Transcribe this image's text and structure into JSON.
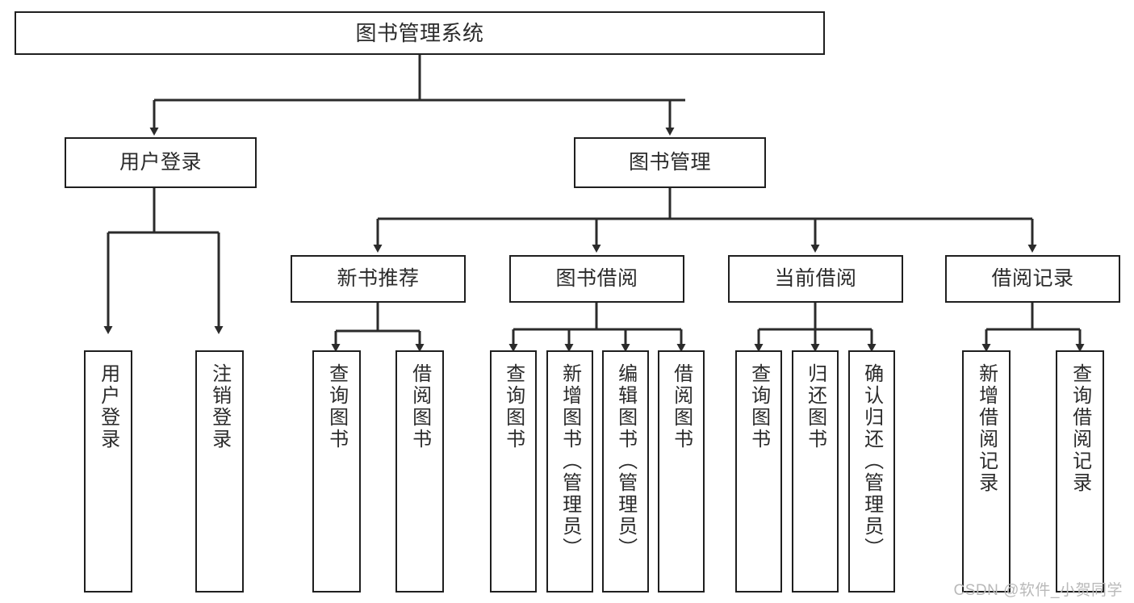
{
  "diagram": {
    "title": "图书管理系统",
    "type": "tree-hierarchy-diagram",
    "stroke_color": "#1f1f1f",
    "fill_color": "#ffffff",
    "text_color": "#2b2b2b",
    "watermark": "CSDN @软件_小贺同学",
    "nodes": {
      "root": {
        "label": "图书管理系统"
      },
      "level2": [
        {
          "label": "用户登录"
        },
        {
          "label": "图书管理"
        }
      ],
      "level3": [
        {
          "label": "新书推荐"
        },
        {
          "label": "图书借阅"
        },
        {
          "label": "当前借阅"
        },
        {
          "label": "借阅记录"
        }
      ],
      "leaves": {
        "user_login": [
          {
            "label": "用户登录"
          },
          {
            "label": "注销登录"
          }
        ],
        "new_book_recommend": [
          {
            "label": "查询图书"
          },
          {
            "label": "借阅图书"
          }
        ],
        "book_borrow": [
          {
            "label": "查询图书"
          },
          {
            "label": "新增图书（管理员）"
          },
          {
            "label": "编辑图书（管理员）"
          },
          {
            "label": "借阅图书"
          }
        ],
        "current_borrow": [
          {
            "label": "查询图书"
          },
          {
            "label": "归还图书"
          },
          {
            "label": "确认归还（管理员）"
          }
        ],
        "borrow_record": [
          {
            "label": "新增借阅记录"
          },
          {
            "label": "查询借阅记录"
          }
        ]
      }
    }
  }
}
